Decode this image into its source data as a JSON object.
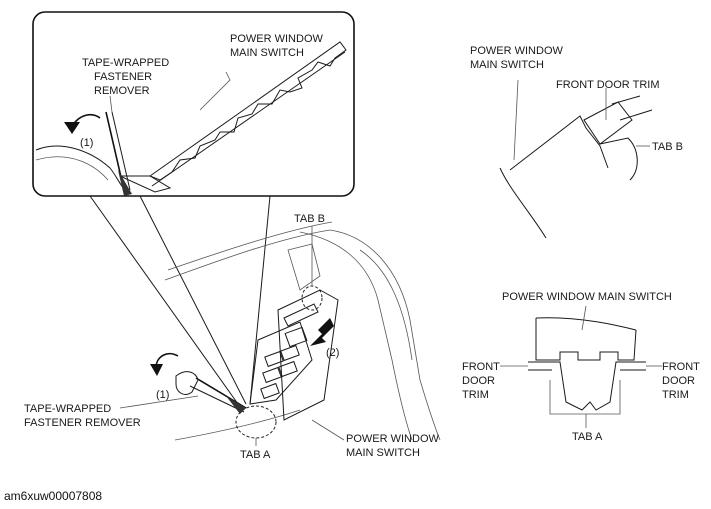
{
  "labels": {
    "inset_power_window_main_switch": [
      "POWER WINDOW",
      "MAIN SWITCH"
    ],
    "inset_tape_wrapped_fastener_remover": [
      "TAPE-WRAPPED",
      "FASTENER",
      "REMOVER"
    ],
    "inset_step": "(1)",
    "main_tab_b": "TAB B",
    "main_step_1": "(1)",
    "main_step_2": "(2)",
    "main_tape_wrapped_fastener_remover": [
      "TAPE-WRAPPED",
      "FASTENER REMOVER"
    ],
    "main_tab_a": "TAB A",
    "main_power_window_main_switch": [
      "POWER WINDOW",
      "MAIN SWITCH"
    ],
    "detail_b_power_window_main_switch": [
      "POWER WINDOW",
      "MAIN SWITCH"
    ],
    "detail_b_front_door_trim": "FRONT DOOR TRIM",
    "detail_b_tab_b": "TAB B",
    "detail_a_power_window_main_switch": "POWER WINDOW MAIN SWITCH",
    "detail_a_front_door_trim_left": [
      "FRONT",
      "DOOR",
      "TRIM"
    ],
    "detail_a_front_door_trim_right": [
      "FRONT",
      "DOOR",
      "TRIM"
    ],
    "detail_a_tab_a": "TAB A"
  },
  "figure_id": "am6xuw00007808"
}
